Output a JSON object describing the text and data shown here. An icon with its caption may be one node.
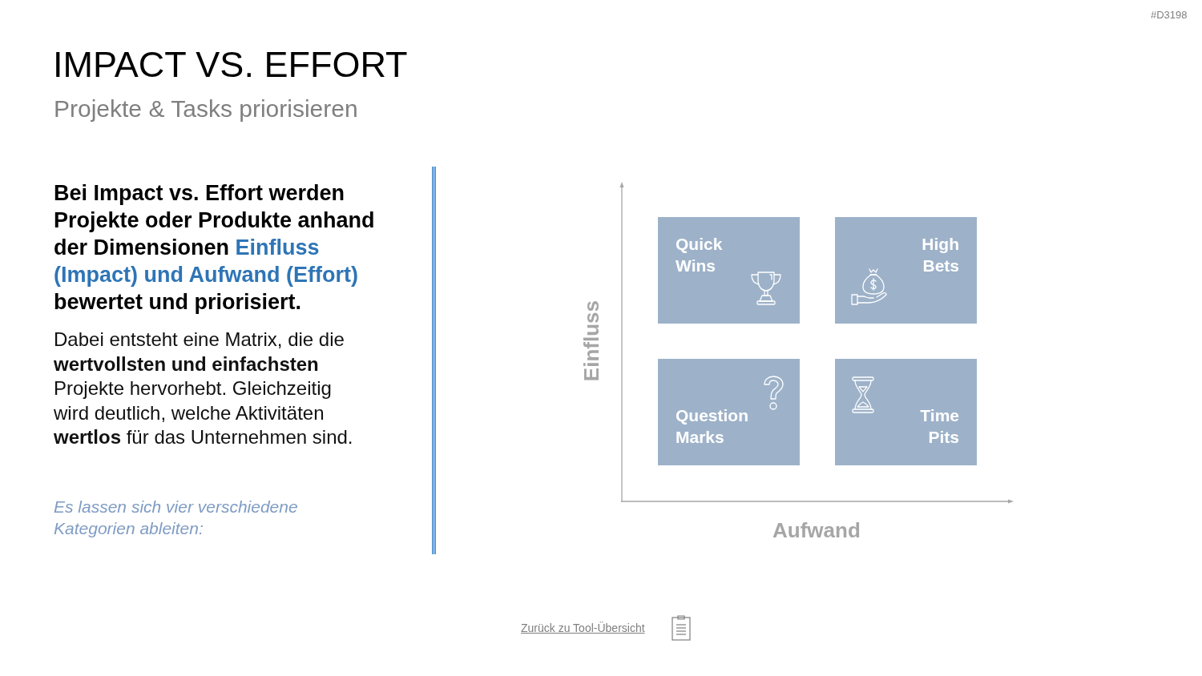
{
  "diagram": {
    "title": "IMPACT VS. EFFORT",
    "nodes": [
      {
        "text": [
          "Quick Wins"
        ]
      },
      {
        "text": [
          "High Bets"
        ]
      },
      {
        "text": [
          "Question Marks"
        ]
      },
      {
        "text": [
          "Time Pits"
        ]
      }
    ],
    "labels": [
      "#D3198",
      "Projekte & Tasks priorisieren",
      "Bei Impact vs. Effort werden Projekte oder Produkte anhand der Dimensionen **Einfluss (Impact) und Aufwand (Effort)** bewertet und priorisiert.",
      "Dabei entsteht eine Matrix, die die **wertvollsten und einfachsten** Projekte hervorhebt. Gleichzeitig wird deutlich, welche Aktivitäten **wertlos** für das Unternehmen sind.",
      "Es lassen sich vier verschiedene Kategorien ableiten:",
      "Einfluss",
      "Aufwand",
      "Zurück zu Tool-Übersicht"
    ]
  }
}
